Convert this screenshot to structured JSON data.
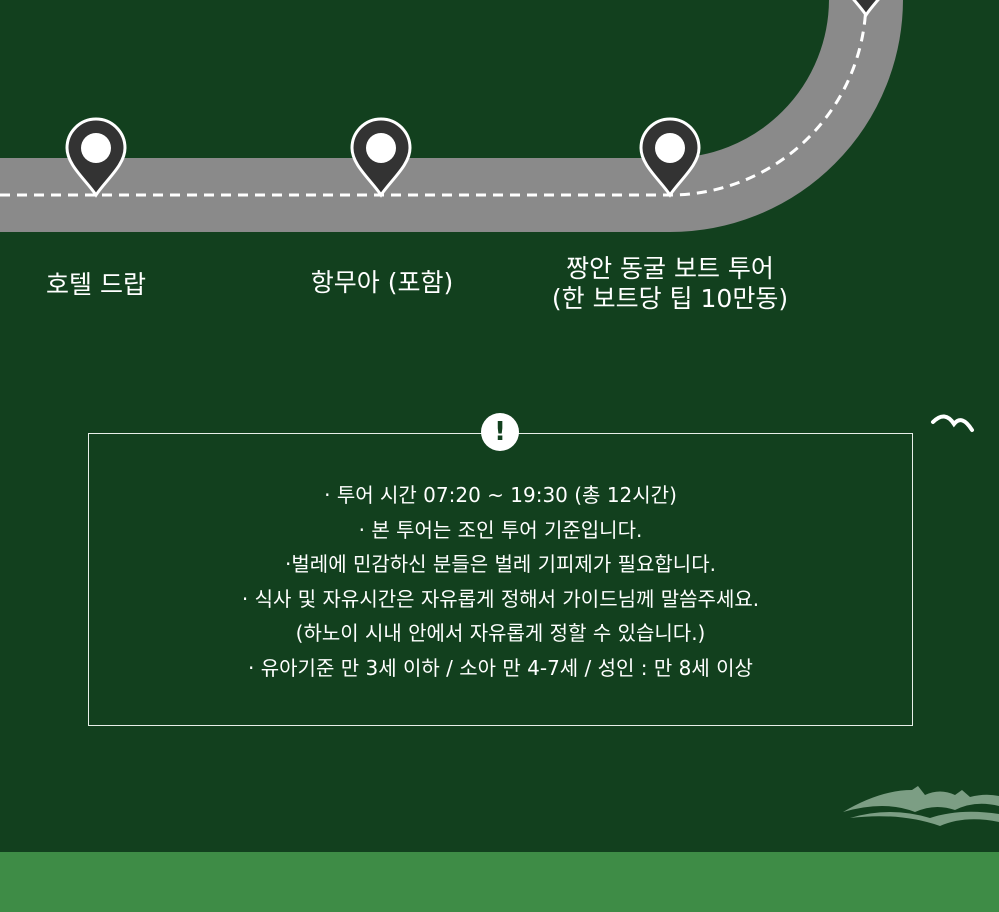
{
  "route": {
    "stops": [
      {
        "label": "호텔 드랍"
      },
      {
        "label": "항무아 (포함)"
      },
      {
        "label_line1": "짱안 동굴 보트 투어",
        "label_line2": "(한 보트당 팁 10만동)"
      }
    ]
  },
  "notice": {
    "icon": "exclamation",
    "alert_glyph": "!",
    "lines": [
      "· 투어 시간  07:20 ~ 19:30 (총 12시간)",
      "· 본 투어는 조인 투어 기준입니다.",
      "·벌레에 민감하신 분들은 벌레 기피제가 필요합니다.",
      "·  식사 및 자유시간은 자유롭게 정해서 가이드님께 말씀주세요.",
      "(하노이 시내 안에서 자유롭게 정할 수 있습니다.)",
      "· 유아기준 만 3세 이하 / 소아 만 4-7세 / 성인 : 만 8세 이상"
    ]
  },
  "colors": {
    "background": "#12401e",
    "road": "#8a8a8a",
    "pin": "#333333",
    "footer": "#3e8c46"
  }
}
